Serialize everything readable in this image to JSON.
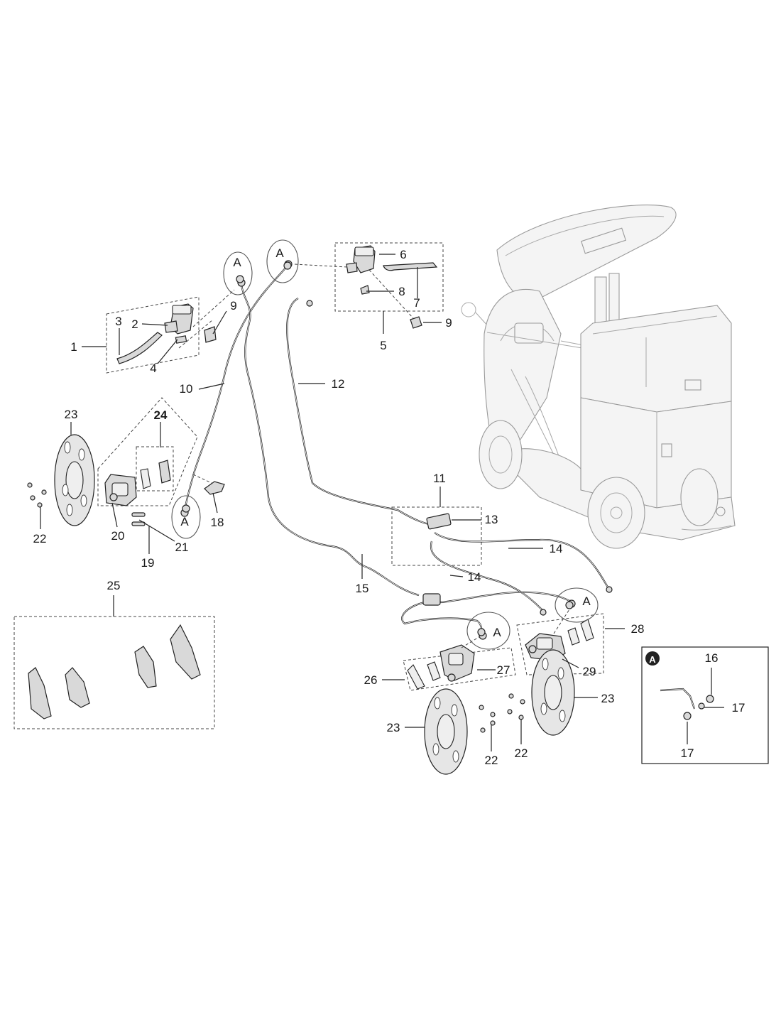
{
  "callouts": {
    "c1": "1",
    "c2": "2",
    "c3": "3",
    "c4": "4",
    "c5": "5",
    "c6": "6",
    "c7": "7",
    "c8": "8",
    "c9a": "9",
    "c9b": "9",
    "c10": "10",
    "c11": "11",
    "c12": "12",
    "c13": "13",
    "c14a": "14",
    "c14b": "14",
    "c15": "15",
    "c16": "16",
    "c17a": "17",
    "c17b": "17",
    "c18": "18",
    "c19": "19",
    "c20": "20",
    "c21": "21",
    "c22a": "22",
    "c22b": "22",
    "c22c": "22",
    "c23a": "23",
    "c23b": "23",
    "c23c": "23",
    "c24": "24",
    "c25": "25",
    "c26": "26",
    "c27": "27",
    "c28": "28",
    "c29": "29"
  },
  "detail_markers": {
    "a1": "A",
    "a2": "A",
    "a3": "A",
    "a4": "A",
    "a5": "A"
  },
  "detail_box": {
    "badge": "A"
  },
  "colors": {
    "line": "#222222",
    "ghost_vehicle": "#9a9a9a",
    "badge_fill": "#222222"
  }
}
